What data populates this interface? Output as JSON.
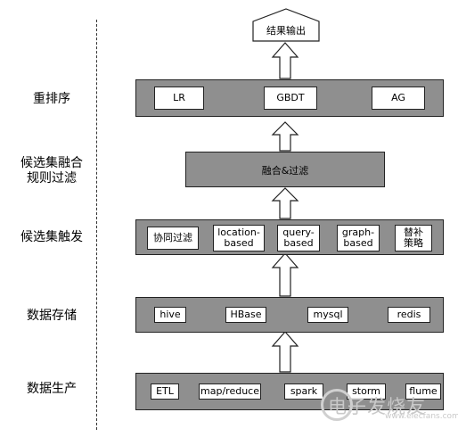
{
  "layers": {
    "rerank": "重排序",
    "fusion": [
      "候选集融合",
      "规则过滤"
    ],
    "trigger": "候选集触发",
    "storage": "数据存储",
    "production": "数据生产"
  },
  "output": "结果输出",
  "rerank_models": [
    "LR",
    "GBDT",
    "AG"
  ],
  "fusion_box": "融合&过滤",
  "trigger_items": [
    [
      "协同过滤"
    ],
    [
      "location-",
      "based"
    ],
    [
      "query-",
      "based"
    ],
    [
      "graph-",
      "based"
    ],
    [
      "替补",
      "策略"
    ]
  ],
  "storage_items": [
    "hive",
    "HBase",
    "mysql",
    "redis"
  ],
  "production_items": [
    "ETL",
    "map/reduce",
    "spark",
    "storm",
    "flume"
  ],
  "watermark": "电子发烧友",
  "watermark_url": "www.elecfans.com"
}
